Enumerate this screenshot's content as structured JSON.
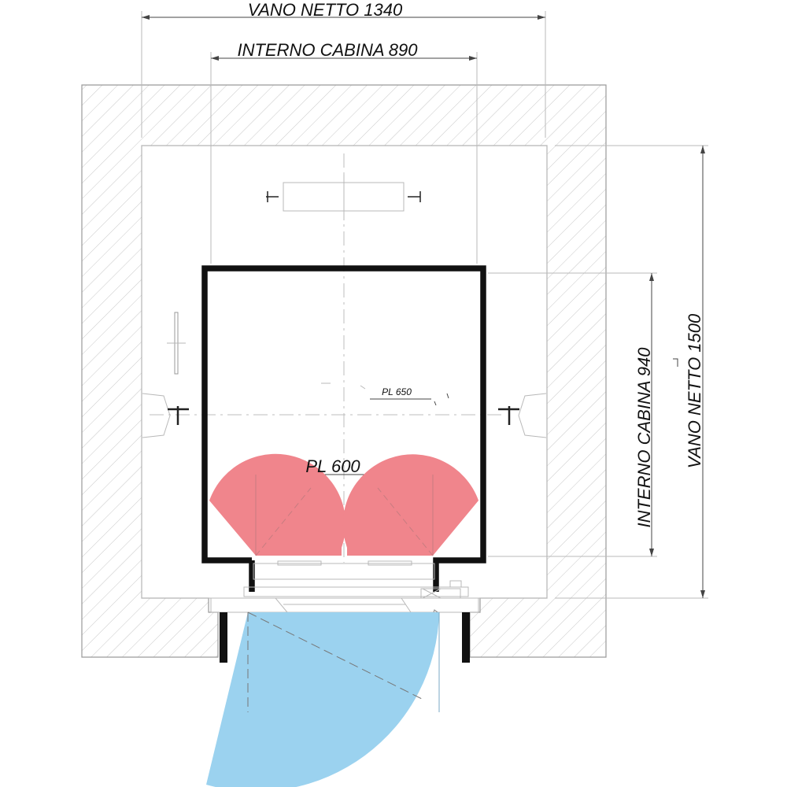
{
  "dimensions": {
    "shaft_width": "VANO NETTO 1340",
    "car_width": "INTERNO CABINA 890",
    "car_depth": "INTERNO CABINA 940",
    "shaft_depth": "VANO NETTO 1500",
    "car_door": "PL 600",
    "landing_door": "PL 650"
  },
  "colors": {
    "car_door_swing": "#f0858c",
    "landing_door_swing": "#9bd2ef",
    "car_wall": "#111111",
    "hatch": "#c8c8c8"
  }
}
